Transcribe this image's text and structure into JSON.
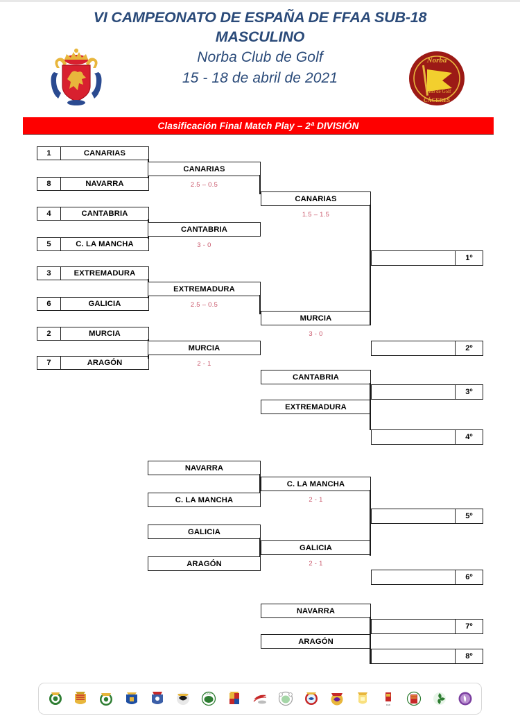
{
  "header": {
    "title_line1": "VI CAMPEONATO DE ESPAÑA DE FFAA SUB-18",
    "title_line2": "MASCULINO",
    "venue": "Norba Club de Golf",
    "dates": "15 - 18 de abril de 2021",
    "left_crest_name": "rfeg-crest-icon",
    "right_crest_name": "norba-club-de-golf-logo-icon",
    "title_color": "#2a4a79"
  },
  "banner": {
    "text": "Clasificación Final Match Play – 2ª DIVISIÓN",
    "bg_color": "#fe0000",
    "text_color": "#ffffff"
  },
  "bracket": {
    "score_color": "#c9566a",
    "round1": [
      {
        "seed": "1",
        "team": "CANARIAS"
      },
      {
        "seed": "8",
        "team": "NAVARRA"
      },
      {
        "seed": "4",
        "team": "CANTABRIA"
      },
      {
        "seed": "5",
        "team": "C. LA MANCHA"
      },
      {
        "seed": "3",
        "team": "EXTREMADURA"
      },
      {
        "seed": "6",
        "team": "GALICIA"
      },
      {
        "seed": "2",
        "team": "MURCIA"
      },
      {
        "seed": "7",
        "team": "ARAGÓN"
      }
    ],
    "quarterfinal_winners": [
      {
        "team": "CANARIAS",
        "score": "2.5 – 0.5"
      },
      {
        "team": "CANTABRIA",
        "score": "3 - 0"
      },
      {
        "team": "EXTREMADURA",
        "score": "2.5 – 0.5"
      },
      {
        "team": "MURCIA",
        "score": "2 - 1"
      }
    ],
    "semifinal_winners": [
      {
        "team": "CANARIAS",
        "score": "1.5 – 1.5"
      },
      {
        "team": "MURCIA",
        "score": "3 - 0"
      }
    ],
    "third_place_match": [
      {
        "team": "CANTABRIA",
        "score": ""
      },
      {
        "team": "EXTREMADURA",
        "score": ""
      }
    ],
    "consolation_round1": [
      {
        "team": "NAVARRA"
      },
      {
        "team": "C. LA MANCHA"
      },
      {
        "team": "GALICIA"
      },
      {
        "team": "ARAGÓN"
      }
    ],
    "consolation_winners": [
      {
        "team": "C. LA MANCHA",
        "score": "2 - 1"
      },
      {
        "team": "GALICIA",
        "score": "2 - 1"
      }
    ],
    "seventh_place_match": [
      {
        "team": "NAVARRA",
        "score": ""
      },
      {
        "team": "ARAGÓN",
        "score": ""
      }
    ],
    "placements": [
      {
        "rank": "1º",
        "team": ""
      },
      {
        "rank": "2º",
        "team": ""
      },
      {
        "rank": "3º",
        "team": ""
      },
      {
        "rank": "4º",
        "team": ""
      },
      {
        "rank": "5º",
        "team": ""
      },
      {
        "rank": "6º",
        "team": ""
      },
      {
        "rank": "7º",
        "team": ""
      },
      {
        "rank": "8º",
        "team": ""
      }
    ]
  },
  "footer": {
    "logos": [
      "federacion-logo-1",
      "federacion-logo-2",
      "federacion-logo-3",
      "federacion-logo-4",
      "federacion-logo-5",
      "federacion-logo-6",
      "federacion-logo-7",
      "federacion-logo-8",
      "federacion-logo-9",
      "federacion-logo-10",
      "federacion-logo-11",
      "federacion-logo-12",
      "federacion-logo-13",
      "federacion-logo-14",
      "federacion-logo-15",
      "federacion-logo-16",
      "federacion-logo-17"
    ]
  }
}
